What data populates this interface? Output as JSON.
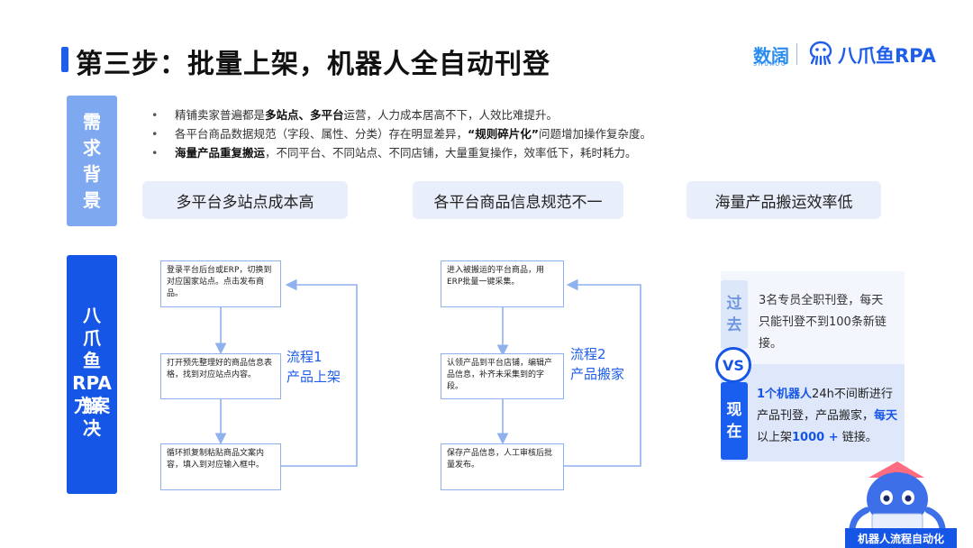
{
  "header": {
    "title": "第三步：批量上架，机器人全自动刊登",
    "logo_shuko": "数阔",
    "logo_shuko_sub": "SHUKOO",
    "logo_brand": "八爪鱼RPA"
  },
  "need_section": {
    "label": [
      "需",
      "求",
      "背",
      "景"
    ],
    "bullets": [
      {
        "pre": "精铺卖家普遍都是",
        "bold": "多站点、多平台",
        "post": "运营，人力成本居高不下，人效比难提升。"
      },
      {
        "pre": "各平台商品数据规范（字段、属性、分类）存在明显差异，",
        "bold": "“规则碎片化”",
        "post": "问题增加操作复杂度。"
      },
      {
        "pre": "",
        "bold": "海量产品重复搬运",
        "post": "，不同平台、不同站点、不同店铺，大量重复操作，效率低下，耗时耗力。"
      }
    ],
    "pills": [
      "多平台多站点成本高",
      "各平台商品信息规范不一",
      "海量产品搬运效率低"
    ]
  },
  "solution_section": {
    "label": [
      "八",
      "爪",
      "鱼",
      "RPA",
      "解",
      "决",
      "方",
      "案"
    ],
    "flow1": {
      "label_line1": "流程1",
      "label_line2": "产品上架",
      "steps": [
        "登录平台后台或ERP，切换到对应国家站点。点击发布商品。",
        "打开预先整理好的商品信息表格，找到对应站点内容。",
        "循环抓复制粘贴商品文案内容，填入到对应输入框中。"
      ]
    },
    "flow2": {
      "label_line1": "流程2",
      "label_line2": "产品搬家",
      "steps": [
        "进入被搬运的平台商品，用ERP批量一键采集。",
        "认领产品到平台店铺，编辑产品信息，补齐未采集到的字段。",
        "保存产品信息，人工审核后批量发布。"
      ]
    },
    "comparison": {
      "past_tag": [
        "过",
        "去"
      ],
      "past_text": "3名专员全职刊登，每天只能刊登不到100条新链接。",
      "vs": "VS",
      "now_tag": [
        "现",
        "在"
      ],
      "now_hl1": "1个机器人",
      "now_t1": "24h不间断进行产品刊登，产品搬家，",
      "now_hl2": "每天",
      "now_t2": "以上架",
      "now_hl3": "1000 +",
      "now_t3": " 链接。"
    },
    "mascot_banner": "机器人流程自动化"
  },
  "colors": {
    "primary": "#1656e6",
    "light_label": "#7ea8f0",
    "pill_bg": "#e9eefb",
    "flow_line": "#8fb1ee"
  }
}
